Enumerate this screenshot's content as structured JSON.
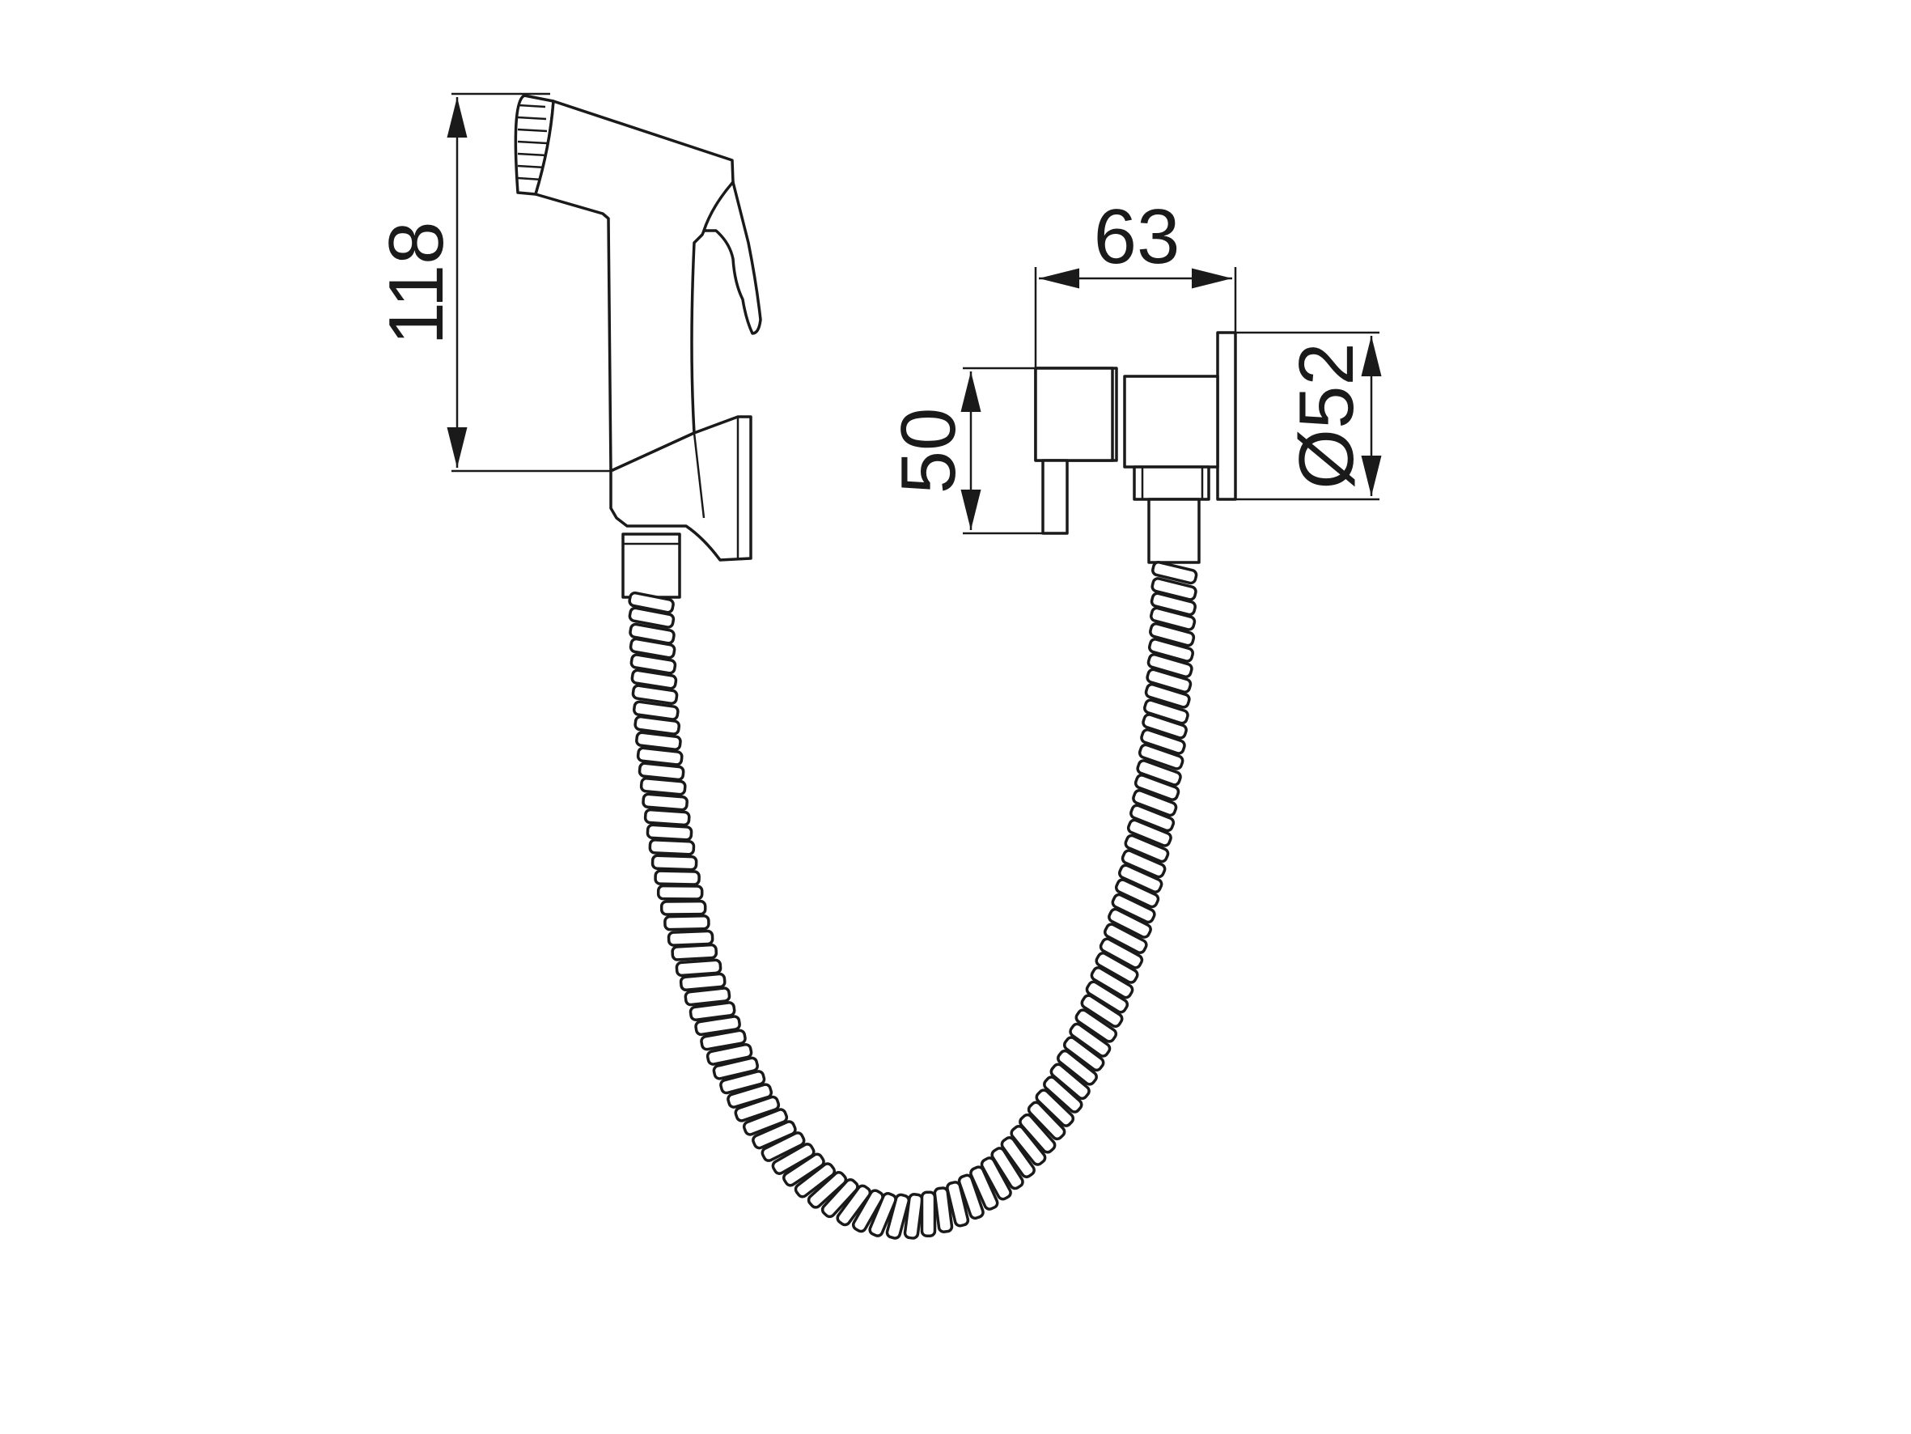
{
  "dimensions": {
    "height_handset": "118",
    "width_valve": "63",
    "height_valve": "50",
    "diameter_flange": "Ø52"
  },
  "colors": {
    "line": "#1a1a1a",
    "background": "#ffffff"
  }
}
